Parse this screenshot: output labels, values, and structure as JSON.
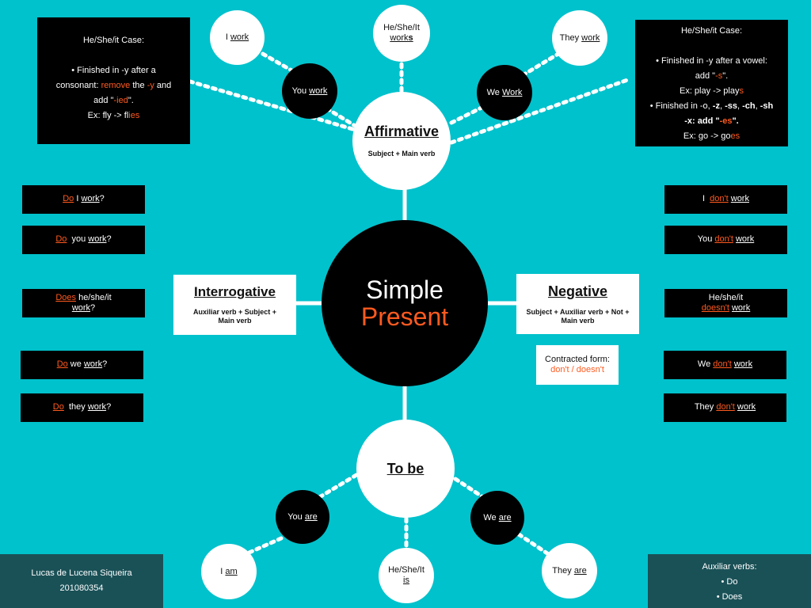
{
  "center": {
    "line1": "Simple",
    "line2": "Present"
  },
  "affirmative": {
    "title": "Affirmative",
    "structure": "Subject + Main verb",
    "i_pronoun": "I",
    "i_verb": "work",
    "you_pronoun": "You",
    "you_verb": "work",
    "hsi_pronoun": "He/She/It",
    "hsi_verb": "work",
    "hsi_suffix": "s",
    "we_pronoun": "We",
    "we_verb": "Work",
    "they_pronoun": "They",
    "they_verb": "work"
  },
  "rule_y": {
    "title": "He/She/it Case:",
    "l2": "• Finished in -y after a",
    "l3a": "consonant: ",
    "l3b": "remove",
    "l3c": " the ",
    "l3d": "-y",
    "l3e": " and",
    "l4a": "add \"",
    "l4b": "-ied",
    "l4c": "\".",
    "l5a": "Ex: fly -> fl",
    "l5b": "ies"
  },
  "rule_s": {
    "title": "He/She/it Case:",
    "l2": "• Finished in -y after a vowel:",
    "l3a": "add \"",
    "l3b": "-s",
    "l3c": "\".",
    "l4a": "Ex: play -> play",
    "l4b": "s",
    "l5a": "• Finished in -o, ",
    "l5b": "-z",
    "l5c": ", ",
    "l5d": "-ss",
    "l5e": ", ",
    "l5f": "-ch",
    "l5g": ", ",
    "l5h": "-sh",
    "l6a": "-x",
    "l6b": ": add \"",
    "l6c": "-es",
    "l6d": "\".",
    "l7a": "Ex: go -> go",
    "l7b": "es"
  },
  "interrogative": {
    "title": "Interrogative",
    "structure": "Auxiliar verb + Subject + Main verb",
    "q1": {
      "aux": "Do",
      "subj": " I ",
      "verb": "work",
      "end": "?"
    },
    "q2": {
      "aux": "Do",
      "subj": "  you ",
      "verb": "work",
      "end": "?"
    },
    "q3": {
      "aux": "Does",
      "subj": " he/she/it",
      "verb": "work",
      "end": "?"
    },
    "q4": {
      "aux": "Do",
      "subj": " we ",
      "verb": "work",
      "end": "?"
    },
    "q5": {
      "aux": "Do",
      "subj": "  they ",
      "verb": "work",
      "end": "?"
    }
  },
  "negative": {
    "title": "Negative",
    "structure": "Subject + Auxiliar verb + Not + Main verb",
    "contracted_label": "Contracted form:",
    "contracted_value": "don't / doesn't",
    "n1": {
      "subj": "I  ",
      "aux": "don't",
      "sp": " ",
      "verb": "work"
    },
    "n2": {
      "subj": "You ",
      "aux": "don't",
      "sp": " ",
      "verb": "work"
    },
    "n3": {
      "subj": "He/she/it",
      "aux": "doesn't",
      "sp": " ",
      "verb": "work"
    },
    "n4": {
      "subj": "We ",
      "aux": "don't",
      "sp": " ",
      "verb": "work"
    },
    "n5": {
      "subj": "They ",
      "aux": "don't",
      "sp": " ",
      "verb": "work"
    }
  },
  "tobe": {
    "title": "To be",
    "i_pronoun": "I",
    "i_verb": "am",
    "you_pronoun": "You",
    "you_verb": "are",
    "hsi_pronoun": "He/She/It",
    "hsi_verb": "is",
    "we_pronoun": "We",
    "we_verb": "are",
    "they_pronoun": "They",
    "they_verb": "are"
  },
  "author": {
    "name": "Lucas de Lucena Siqueira",
    "id": "201080354"
  },
  "aux_verbs": {
    "title": "Auxiliar verbs:",
    "items": [
      "• Do",
      "• Does"
    ]
  },
  "colors": {
    "background": "#00c2cc",
    "accent": "#ff5a1f",
    "footer": "#1a5157"
  }
}
